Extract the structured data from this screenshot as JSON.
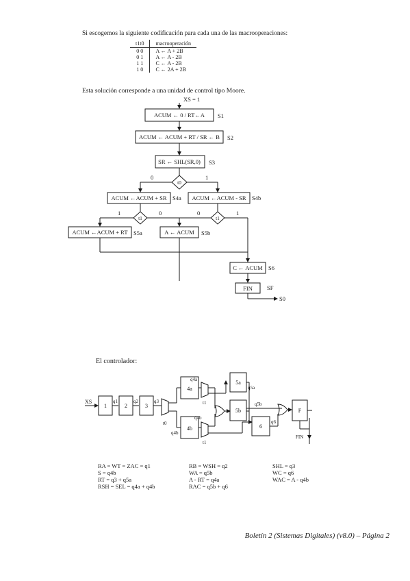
{
  "intro_text": "Si escogemos la siguiente codificación para cada una de las macrooperaciones:",
  "table": {
    "headers": [
      "t1t0",
      "macrooperación"
    ],
    "rows": [
      [
        "0 0",
        "A ← A + 2B"
      ],
      [
        "0 1",
        "A ← A - 2B"
      ],
      [
        "1 1",
        "C ← A - 2B"
      ],
      [
        "1 0",
        "C ← 2A + 2B"
      ]
    ]
  },
  "moore_text": "Esta solución corresponde a una unidad de control tipo Moore.",
  "flowchart": {
    "start": "XS = 1",
    "s1": "ACUM ← 0 / RT←A",
    "s1_label": "S1",
    "s2": "ACUM ← ACUM + RT / SR ← B",
    "s2_label": "S2",
    "s3": "SR ← SHL(SR,0)",
    "s3_label": "S3",
    "dec_t0": "t0",
    "s4a": "ACUM ←ACUM + SR",
    "s4a_label": "S4a",
    "s4b": "ACUM ←ACUM - SR",
    "s4b_label": "S4b",
    "dec_t1_left": "t1",
    "dec_t1_right": "t1",
    "s5a": "ACUM ←ACUM + RT",
    "s5a_label": "S5a",
    "s5b": "A ← ACUM",
    "s5b_label": "S5b",
    "s6": "C ← ACUM",
    "s6_label": "S6",
    "sf": "FIN",
    "sf_label": "SF",
    "end": "S0",
    "lbl0": "0",
    "lbl1": "1"
  },
  "controller_title": "El controlador:",
  "controller": {
    "xs": "XS",
    "b1": "1",
    "b2": "2",
    "b3": "3",
    "q1": "q1",
    "q2": "q2",
    "q3": "q3",
    "t0": "t0",
    "t1": "t1",
    "b4a": "4a",
    "b4b": "4b",
    "q4a": "q4a",
    "q4b": "q4b",
    "b5a": "5a",
    "b5b": "5b",
    "q5a": "q5a",
    "q5b": "q5b",
    "b6": "6",
    "q6": "q6",
    "f": "F",
    "fin": "FIN"
  },
  "equations": {
    "col1": [
      "RA = WT = ZAC = q1",
      "S = q4b",
      "RT = q3 + q5a",
      "RSH = SEL = q4a + q4b"
    ],
    "col2": [
      "RB = WSH = q2",
      "WA = q5b",
      "A - RT = q4a",
      "RAC = q5b + q6"
    ],
    "col3": [
      "SHL = q3",
      "WC = q6",
      "WAC = A - q4b"
    ]
  },
  "footer": "Boletín 2 (Sistemas Digitales) (v8.0) – Página 2"
}
